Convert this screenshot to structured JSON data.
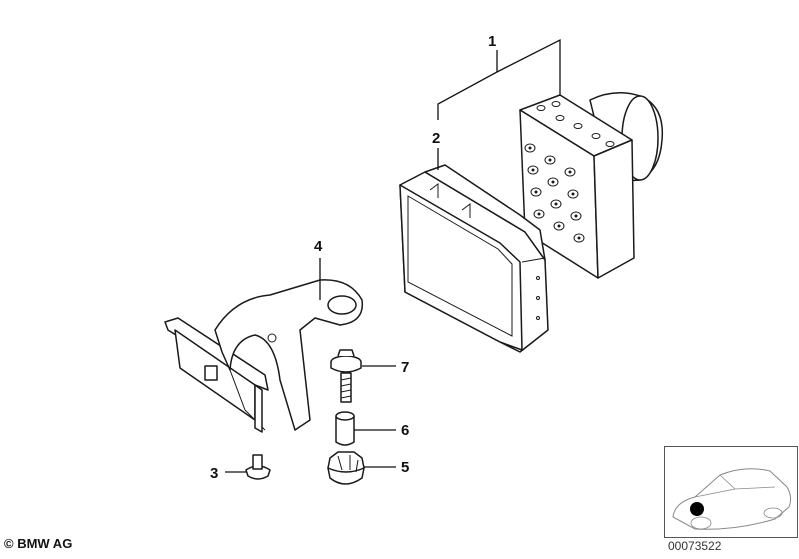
{
  "callouts": {
    "c1": "1",
    "c2": "2",
    "c3": "3",
    "c4": "4",
    "c5": "5",
    "c6": "6",
    "c7": "7"
  },
  "footer": {
    "copyright": "© BMW AG",
    "reference_number": "00073522"
  }
}
